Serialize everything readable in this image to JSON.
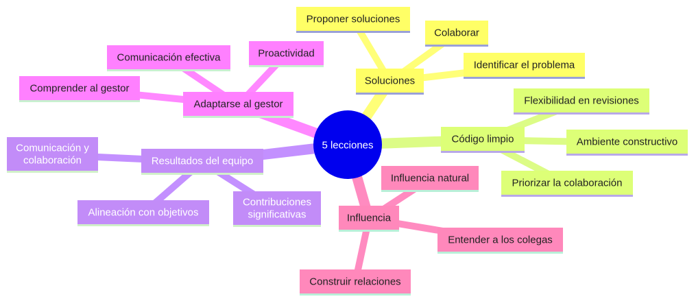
{
  "root": {
    "label": "5 lecciones",
    "color": "#0000ee",
    "text_color": "#ffffff"
  },
  "branches": [
    {
      "id": "soluciones",
      "label": "Soluciones",
      "color": "#ffff66",
      "line_color": "#ffff78",
      "text_color": "#222222",
      "children": [
        "Proponer soluciones",
        "Colaborar",
        "Identificar el problema"
      ]
    },
    {
      "id": "codigo",
      "label": "Código limpio",
      "color": "#ddff77",
      "line_color": "#dcfc86",
      "text_color": "#222222",
      "children": [
        "Flexibilidad en revisiones",
        "Ambiente constructivo",
        "Priorizar la colaboración"
      ]
    },
    {
      "id": "influencia",
      "label": "Influencia",
      "color": "#ff88bb",
      "line_color": "#ff8bc0",
      "text_color": "#222222",
      "children": [
        "Influencia natural",
        "Entender a los colegas",
        "Construir relaciones"
      ]
    },
    {
      "id": "resultados",
      "label": "Resultados del equipo",
      "color": "#c28cf8",
      "line_color": "#c390ff",
      "text_color": "#ffffff",
      "children": [
        "Comunicación y\ncolaboración",
        "Alineación con objetivos",
        "Contribuciones\nsignificativas"
      ]
    },
    {
      "id": "adaptarse",
      "label": "Adaptarse al gestor",
      "color": "#ff80ff",
      "line_color": "#ff88ff",
      "text_color": "#222222",
      "children": [
        "Comprender al gestor",
        "Comunicación efectiva",
        "Proactividad"
      ]
    }
  ]
}
